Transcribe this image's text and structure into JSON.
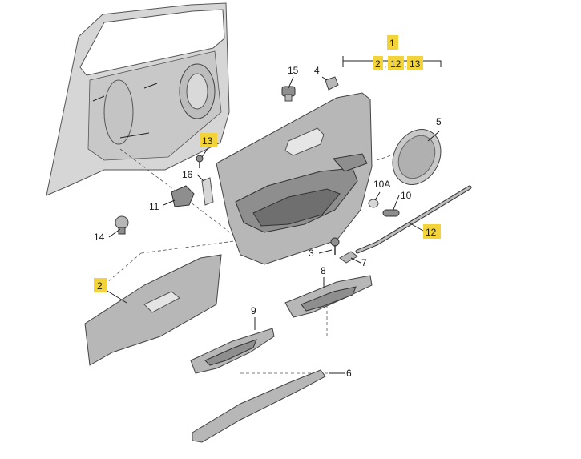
{
  "labels": {
    "l1": "1",
    "l2a": "2",
    "l12a": "12",
    "l13a": "13",
    "l2": "2",
    "l3": "3",
    "l4": "4",
    "l5": "5",
    "l6": "6",
    "l7": "7",
    "l8": "8",
    "l9": "9",
    "l10": "10",
    "l10a": "10A",
    "l11": "11",
    "l12": "12",
    "l13": "13",
    "l14": "14",
    "l15": "15",
    "l16": "16",
    "sep1": ",",
    "sep2": ","
  },
  "colors": {
    "highlight": "#f2d33a",
    "part_fill": "#b7b7b7",
    "outline": "#444444"
  }
}
